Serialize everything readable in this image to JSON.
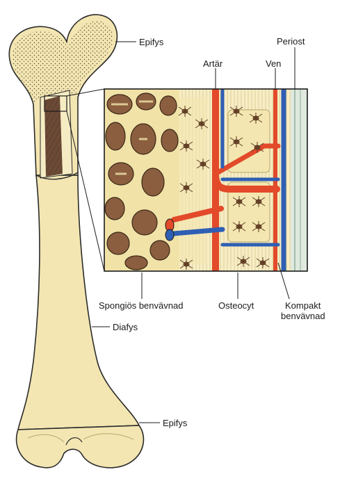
{
  "labels": {
    "epiphysis_top": "Epifys",
    "artery": "Artär",
    "vein": "Ven",
    "periosteum": "Periost",
    "spongy_bone": "Spongiös benvävnad",
    "osteocyte": "Osteocyt",
    "compact_bone_line1": "Kompakt",
    "compact_bone_line2": "benvävnad",
    "diaphysis": "Diafys",
    "epiphysis_bottom": "Epifys"
  },
  "colors": {
    "bone": "#f3e6b2",
    "bone_outline": "#2b2b2b",
    "marrow": "#6b4a36",
    "spongy_trabecula": "#f1e3a8",
    "spongy_pore": "#8a5e3f",
    "artery": "#e24a2a",
    "vein": "#2f5fb4",
    "periosteum": "#dfe9de"
  }
}
